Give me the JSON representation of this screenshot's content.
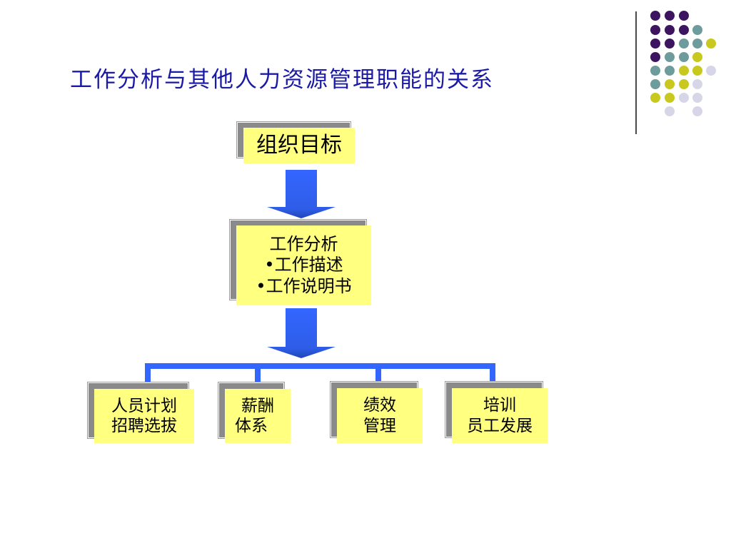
{
  "title": "工作分析与其他人力资源管理职能的关系",
  "colors": {
    "title": "#1a1aa6",
    "box_fill": "#ffff80",
    "box_shadow": "#8a8a8a",
    "arrow": "#3366ff",
    "connector": "#3366ff",
    "dot_purple": "#3d1460",
    "dot_teal": "#6e9b9b",
    "dot_olive": "#c8c81e",
    "dot_lavender": "#d6d6e8"
  },
  "nodes": {
    "goal": {
      "label": "组织目标"
    },
    "analysis": {
      "heading": "工作分析",
      "items": [
        "•工作描述",
        "•工作说明书"
      ]
    },
    "hr_planning": {
      "line1": "人员计划",
      "line2": "招聘选拔"
    },
    "compensation": {
      "line1": "薪酬",
      "line2": "体系"
    },
    "performance": {
      "line1": "绩效",
      "line2": "管理"
    },
    "training": {
      "line1": "培训",
      "line2": "员工发展"
    }
  },
  "edges": [
    {
      "from": "goal",
      "to": "analysis",
      "style": "block-arrow"
    },
    {
      "from": "analysis",
      "to": [
        "hr_planning",
        "compensation",
        "performance",
        "training"
      ],
      "style": "block-arrow-branch"
    }
  ]
}
